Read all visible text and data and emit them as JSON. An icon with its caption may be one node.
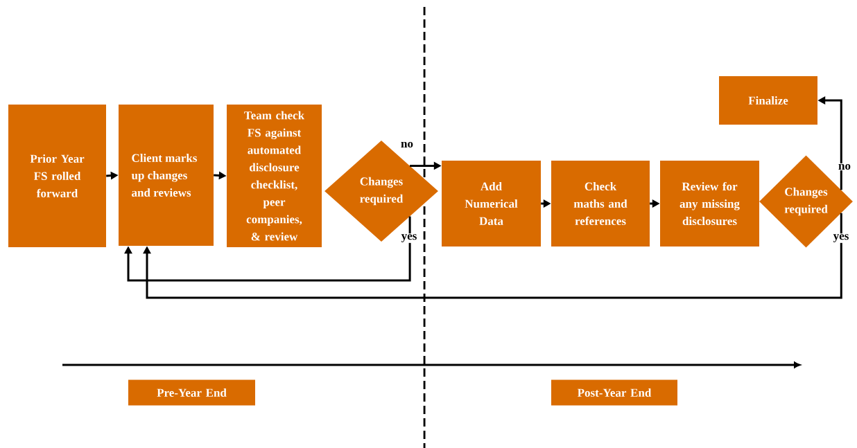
{
  "diagram": {
    "nodes": [
      {
        "text": [
          "Prior Year FS rolled forward"
        ]
      },
      {
        "text": [
          "Client marks up changes and reviews"
        ]
      },
      {
        "text": [
          "Team check FS against automated disclosure checklist, peer companies, & review"
        ]
      },
      {
        "text": [
          "Changes required"
        ]
      },
      {
        "text": [
          "Add Numerical Data"
        ]
      },
      {
        "text": [
          "Check maths and references"
        ]
      },
      {
        "text": [
          "Review for any missing disclosures"
        ]
      },
      {
        "text": [
          "Changes required"
        ]
      },
      {
        "text": [
          "Finalize"
        ]
      },
      {
        "text": [
          "Pre-Year End"
        ]
      },
      {
        "text": [
          "Post-Year End"
        ]
      }
    ],
    "edges": [
      {
        "from": 0,
        "to": 1,
        "arrow": "to"
      },
      {
        "from": 1,
        "to": 2,
        "arrow": "to"
      },
      {
        "from": 3,
        "to": 4,
        "arrow": "to",
        "label": "no"
      },
      {
        "from": 3,
        "to": 1,
        "arrow": "to",
        "label": "yes"
      },
      {
        "from": 4,
        "to": 5,
        "arrow": "to"
      },
      {
        "from": 5,
        "to": 6,
        "arrow": "to"
      },
      {
        "from": 7,
        "to": 8,
        "arrow": "to",
        "label": "no"
      },
      {
        "from": 7,
        "to": 1,
        "arrow": "to",
        "label": "yes"
      }
    ]
  }
}
